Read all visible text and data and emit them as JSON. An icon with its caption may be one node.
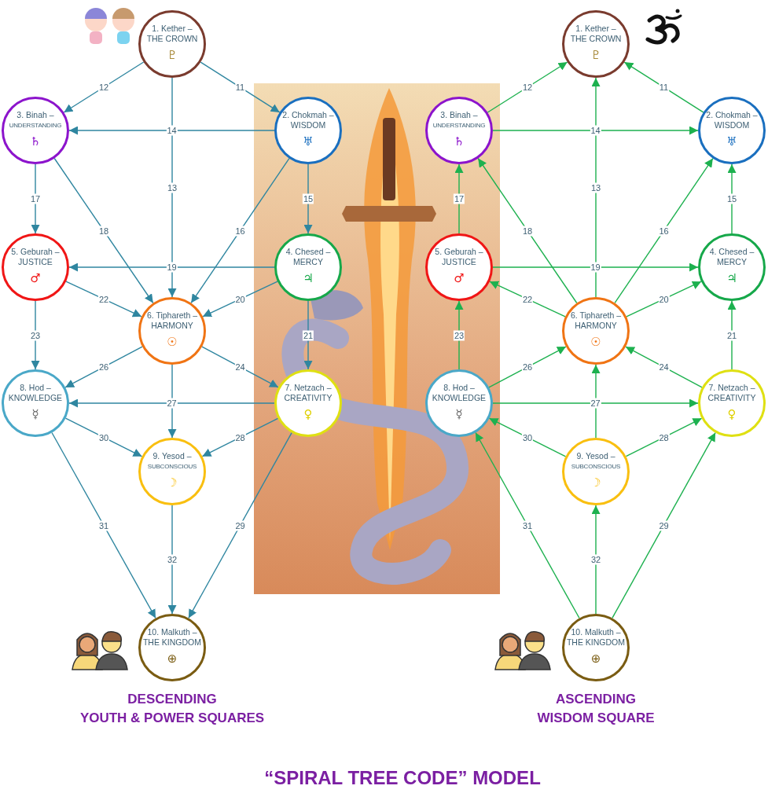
{
  "diagram": {
    "title": "“SPIRAL TREE CODE” MODEL",
    "nodes": [
      {
        "text": [
          "1. Kether –",
          "THE CROWN",
          "♇"
        ]
      },
      {
        "text": [
          "3. Binah –",
          "UNDERSTANDING",
          "♄"
        ]
      },
      {
        "text": [
          "2. Chokmah –",
          "WISDOM",
          "♅"
        ]
      },
      {
        "text": [
          "5. Geburah –",
          "JUSTICE",
          "♂"
        ]
      },
      {
        "text": [
          "4. Chesed –",
          "MERCY",
          "♃"
        ]
      },
      {
        "text": [
          "6. Tiphareth –",
          "HARMONY",
          "☉"
        ]
      },
      {
        "text": [
          "8. Hod –",
          "KNOWLEDGE",
          "☿"
        ]
      },
      {
        "text": [
          "7. Netzach –",
          "CREATIVITY",
          "♀"
        ]
      },
      {
        "text": [
          "9. Yesod –",
          "SUBCONSCIOUS",
          "☽"
        ]
      },
      {
        "text": [
          "10. Malkuth –",
          "THE KINGDOM",
          "⊕"
        ]
      },
      {
        "text": [
          "1. Kether –",
          "THE CROWN",
          "♇"
        ]
      },
      {
        "text": [
          "3. Binah –",
          "UNDERSTANDING",
          "♄"
        ]
      },
      {
        "text": [
          "2. Chokmah –",
          "WISDOM",
          "♅"
        ]
      },
      {
        "text": [
          "5. Geburah –",
          "JUSTICE",
          "♂"
        ]
      },
      {
        "text": [
          "4. Chesed –",
          "MERCY",
          "♃"
        ]
      },
      {
        "text": [
          "6. Tiphareth –",
          "HARMONY",
          "☉"
        ]
      },
      {
        "text": [
          "8. Hod –",
          "KNOWLEDGE",
          "☿"
        ]
      },
      {
        "text": [
          "7. Netzach –",
          "CREATIVITY",
          "♀"
        ]
      },
      {
        "text": [
          "9. Yesod –",
          "SUBCONSCIOUS",
          "☽"
        ]
      },
      {
        "text": [
          "10. Malkuth –",
          "THE KINGDOM",
          "⊕"
        ]
      }
    ],
    "edges": [
      {
        "from": 0,
        "to": 2,
        "arrow": "to",
        "label": "11"
      },
      {
        "from": 0,
        "to": 1,
        "arrow": "to",
        "label": "12"
      },
      {
        "from": 0,
        "to": 5,
        "arrow": "to",
        "label": "13"
      },
      {
        "from": 2,
        "to": 1,
        "arrow": "to",
        "label": "14"
      },
      {
        "from": 2,
        "to": 4,
        "arrow": "to",
        "label": "15"
      },
      {
        "from": 2,
        "to": 5,
        "arrow": "to",
        "label": "16"
      },
      {
        "from": 1,
        "to": 3,
        "arrow": "to",
        "label": "17"
      },
      {
        "from": 1,
        "to": 5,
        "arrow": "to",
        "label": "18"
      },
      {
        "from": 4,
        "to": 3,
        "arrow": "to",
        "label": "19"
      },
      {
        "from": 4,
        "to": 5,
        "arrow": "to",
        "label": "20"
      },
      {
        "from": 4,
        "to": 7,
        "arrow": "to",
        "label": "21"
      },
      {
        "from": 3,
        "to": 5,
        "arrow": "to",
        "label": "22"
      },
      {
        "from": 3,
        "to": 6,
        "arrow": "to",
        "label": "23"
      },
      {
        "from": 5,
        "to": 7,
        "arrow": "to",
        "label": "24"
      },
      {
        "from": 5,
        "to": 6,
        "arrow": "to",
        "label": "26"
      },
      {
        "from": 7,
        "to": 6,
        "arrow": "to",
        "label": "27"
      },
      {
        "from": 5,
        "to": 8,
        "arrow": "to"
      },
      {
        "from": 7,
        "to": 8,
        "arrow": "to",
        "label": "28"
      },
      {
        "from": 7,
        "to": 9,
        "arrow": "to",
        "label": "29"
      },
      {
        "from": 6,
        "to": 8,
        "arrow": "to",
        "label": "30"
      },
      {
        "from": 6,
        "to": 9,
        "arrow": "to",
        "label": "31"
      },
      {
        "from": 8,
        "to": 9,
        "arrow": "to",
        "label": "32"
      },
      {
        "from": 12,
        "to": 10,
        "arrow": "to",
        "label": "11",
        "color": "#1db14f"
      },
      {
        "from": 11,
        "to": 10,
        "arrow": "to",
        "label": "12",
        "color": "#1db14f"
      },
      {
        "from": 15,
        "to": 10,
        "arrow": "to",
        "label": "13",
        "color": "#1db14f"
      },
      {
        "from": 11,
        "to": 12,
        "arrow": "to",
        "label": "14",
        "color": "#1db14f"
      },
      {
        "from": 14,
        "to": 12,
        "arrow": "to",
        "label": "15",
        "color": "#1db14f"
      },
      {
        "from": 15,
        "to": 12,
        "arrow": "to",
        "label": "16",
        "color": "#1db14f"
      },
      {
        "from": 13,
        "to": 11,
        "arrow": "to",
        "label": "17",
        "color": "#1db14f"
      },
      {
        "from": 15,
        "to": 11,
        "arrow": "to",
        "label": "18",
        "color": "#1db14f"
      },
      {
        "from": 13,
        "to": 14,
        "arrow": "to",
        "label": "19",
        "color": "#1db14f"
      },
      {
        "from": 15,
        "to": 14,
        "arrow": "to",
        "label": "20",
        "color": "#1db14f"
      },
      {
        "from": 17,
        "to": 14,
        "arrow": "to",
        "label": "21",
        "color": "#1db14f"
      },
      {
        "from": 15,
        "to": 13,
        "arrow": "to",
        "label": "22",
        "color": "#1db14f"
      },
      {
        "from": 16,
        "to": 13,
        "arrow": "to",
        "label": "23",
        "color": "#1db14f"
      },
      {
        "from": 17,
        "to": 15,
        "arrow": "to",
        "label": "24",
        "color": "#1db14f"
      },
      {
        "from": 16,
        "to": 15,
        "arrow": "to",
        "label": "26",
        "color": "#1db14f"
      },
      {
        "from": 16,
        "to": 17,
        "arrow": "to",
        "label": "27",
        "color": "#1db14f"
      },
      {
        "from": 18,
        "to": 15,
        "arrow": "to",
        "color": "#1db14f"
      },
      {
        "from": 18,
        "to": 17,
        "arrow": "to",
        "label": "28",
        "color": "#1db14f"
      },
      {
        "from": 19,
        "to": 17,
        "arrow": "to",
        "label": "29",
        "color": "#1db14f"
      },
      {
        "from": 18,
        "to": 16,
        "arrow": "to",
        "label": "30",
        "color": "#1db14f"
      },
      {
        "from": 19,
        "to": 16,
        "arrow": "to",
        "label": "31",
        "color": "#1db14f"
      },
      {
        "from": 19,
        "to": 18,
        "arrow": "to",
        "label": "32",
        "color": "#1db14f"
      }
    ],
    "labels": [
      "DESCENDING",
      "YOUTH & POWER SQUARES",
      "ASCENDING",
      "WISDOM SQUARE"
    ]
  }
}
